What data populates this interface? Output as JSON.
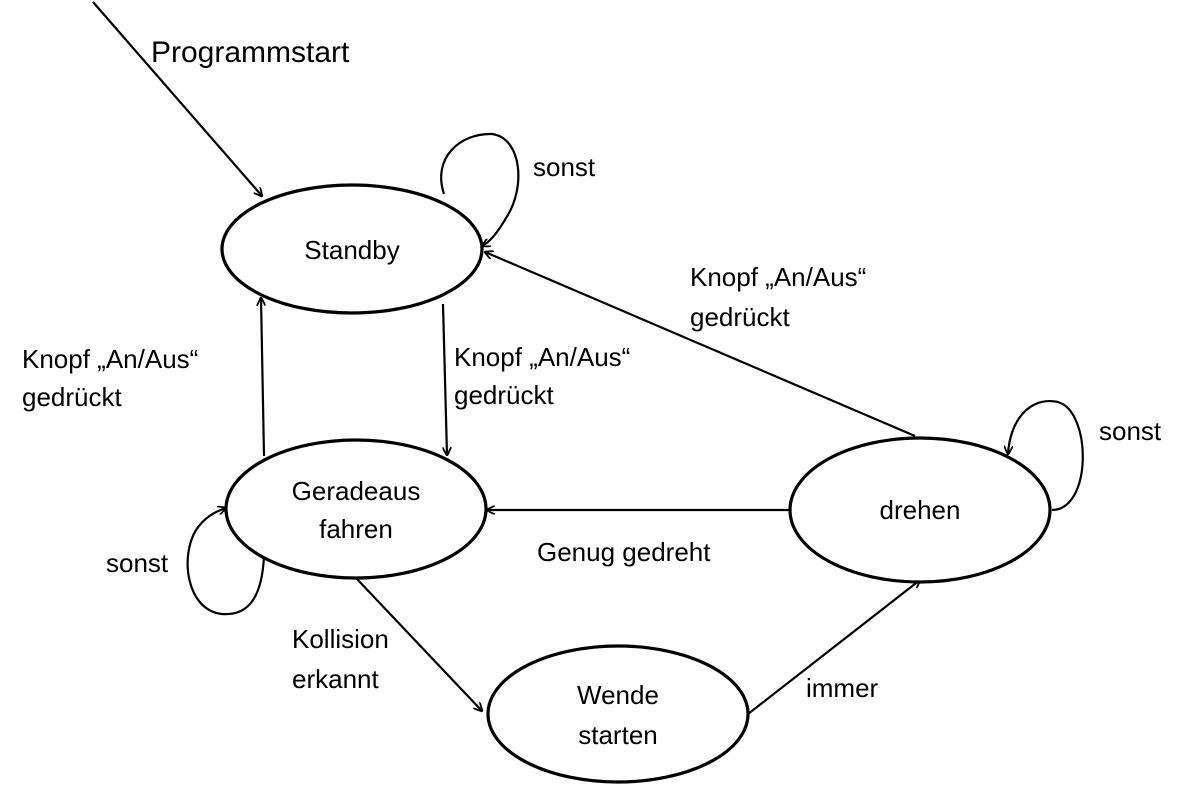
{
  "diagram": {
    "start_label": "Programmstart",
    "states": {
      "standby": "Standby",
      "geradeaus_line1": "Geradeaus",
      "geradeaus_line2": "fahren",
      "drehen": "drehen",
      "wende_line1": "Wende",
      "wende_line2": "starten"
    },
    "transitions": {
      "standby_self": "sonst",
      "geradeaus_self": "sonst",
      "drehen_self": "sonst",
      "geradeaus_to_standby_line1": "Knopf „An/Aus“",
      "geradeaus_to_standby_line2": "gedrückt",
      "standby_to_geradeaus_line1": "Knopf „An/Aus“",
      "standby_to_geradeaus_line2": "gedrückt",
      "drehen_to_standby_line1": "Knopf „An/Aus“",
      "drehen_to_standby_line2": "gedrückt",
      "drehen_to_geradeaus": "Genug gedreht",
      "geradeaus_to_wende_line1": "Kollision",
      "geradeaus_to_wende_line2": "erkannt",
      "wende_to_drehen": "immer"
    }
  }
}
